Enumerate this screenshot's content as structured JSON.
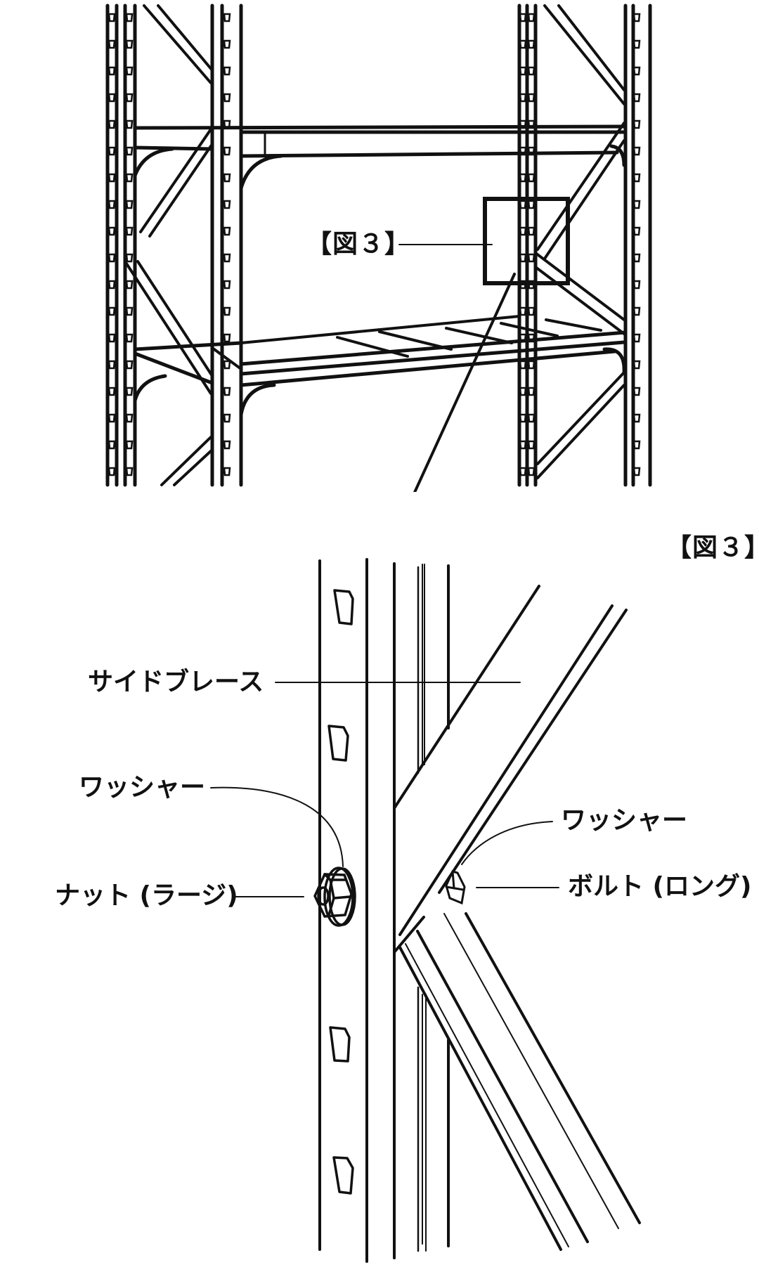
{
  "colors": {
    "line": "#111111",
    "background": "#ffffff"
  },
  "overview": {
    "callout_label": "【図３】"
  },
  "detail": {
    "figure_label": "【図３】",
    "parts": {
      "side_brace": "サイドブレース",
      "washer_left": "ワッシャー",
      "nut_large": "ナット (ラージ)",
      "washer_right": "ワッシャー",
      "bolt_long": "ボルト (ロング)"
    }
  },
  "icons": {
    "pointer": "arrow-down-left-icon",
    "nut": "hex-nut-icon",
    "bolt": "bolt-head-icon"
  }
}
